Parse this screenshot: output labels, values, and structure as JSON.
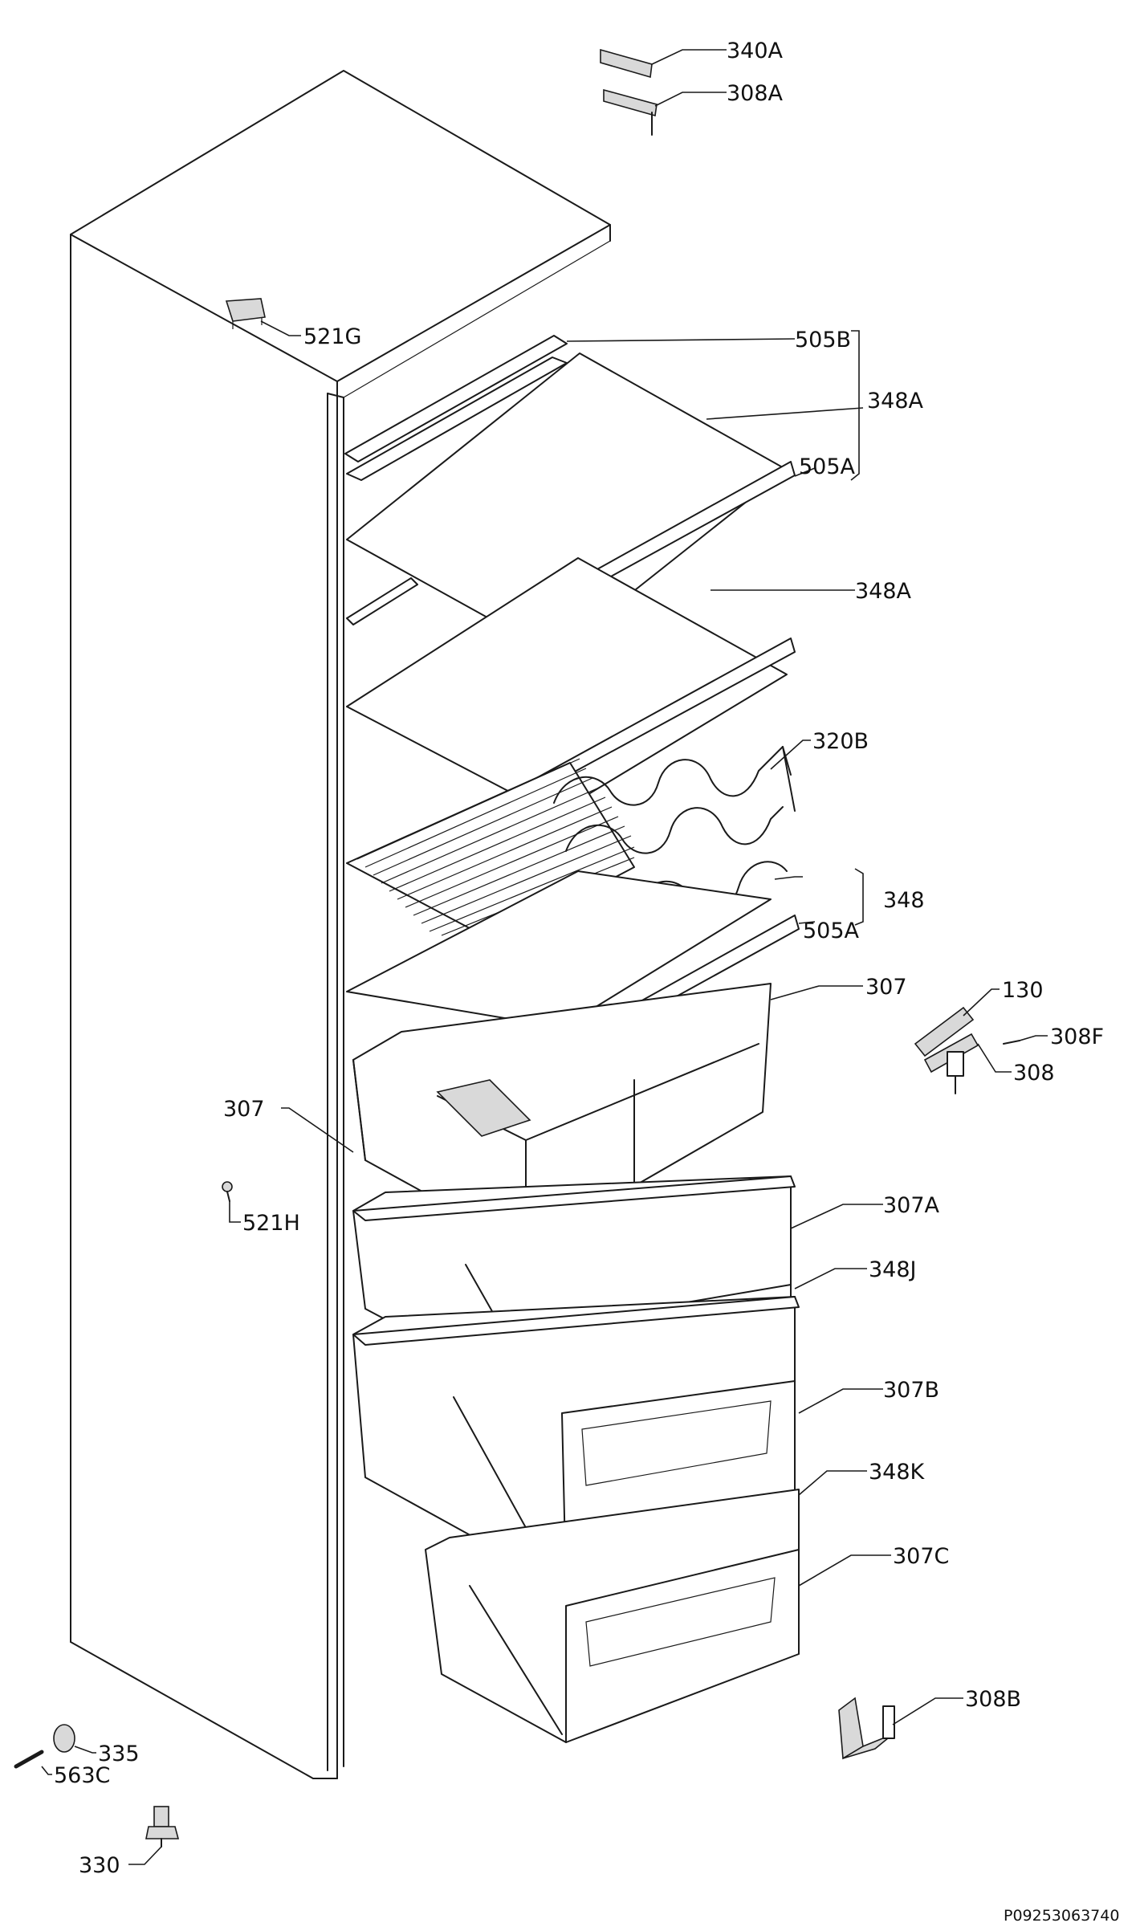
{
  "labels": {
    "p340a": "340A",
    "p308a": "308A",
    "p521g": "521G",
    "p505b": "505B",
    "p348a_top": "348A",
    "p505a_top": "505A",
    "p348a_mid": "348A",
    "p320b": "320B",
    "p348": "348",
    "p505a_low": "505A",
    "p307_right": "307",
    "p307_left": "307",
    "p130": "130",
    "p308f": "308F",
    "p308": "308",
    "p521h": "521H",
    "p307a": "307A",
    "p348j": "348J",
    "p307b": "307B",
    "p348k": "348K",
    "p307c": "307C",
    "p308b": "308B",
    "p335": "335",
    "p563c": "563C",
    "p330": "330"
  },
  "reference_code": "P09253063740"
}
